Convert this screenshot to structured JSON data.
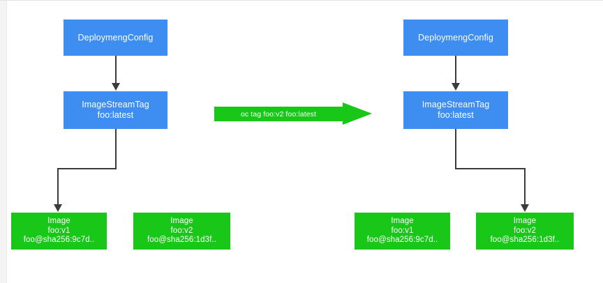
{
  "diagram": {
    "type": "flow-diagram",
    "title": "",
    "colors": {
      "blue_node": "#3d8ef0",
      "green_node": "#18c718",
      "action_arrow": "#18c718",
      "connector": "#3b3b3b",
      "background": "#ffffff"
    },
    "left_group": {
      "deployment_config": {
        "label": "DeploymengConfig"
      },
      "image_stream_tag": {
        "line1": "ImageStreamTag",
        "line2": "foo:latest"
      },
      "images": [
        {
          "line1": "Image",
          "line2": "foo:v1",
          "line3": "foo@sha256:9c7d.."
        },
        {
          "line1": "Image",
          "line2": "foo:v2",
          "line3": "foo@sha256:1d3f.."
        }
      ]
    },
    "action": {
      "label": "oc tag foo:v2 foo:latest"
    },
    "right_group": {
      "deployment_config": {
        "label": "DeploymengConfig"
      },
      "image_stream_tag": {
        "line1": "ImageStreamTag",
        "line2": "foo:latest"
      },
      "images": [
        {
          "line1": "Image",
          "line2": "foo:v1",
          "line3": "foo@sha256:9c7d.."
        },
        {
          "line1": "Image",
          "line2": "foo:v2",
          "line3": "foo@sha256:1d3f.."
        }
      ]
    }
  }
}
